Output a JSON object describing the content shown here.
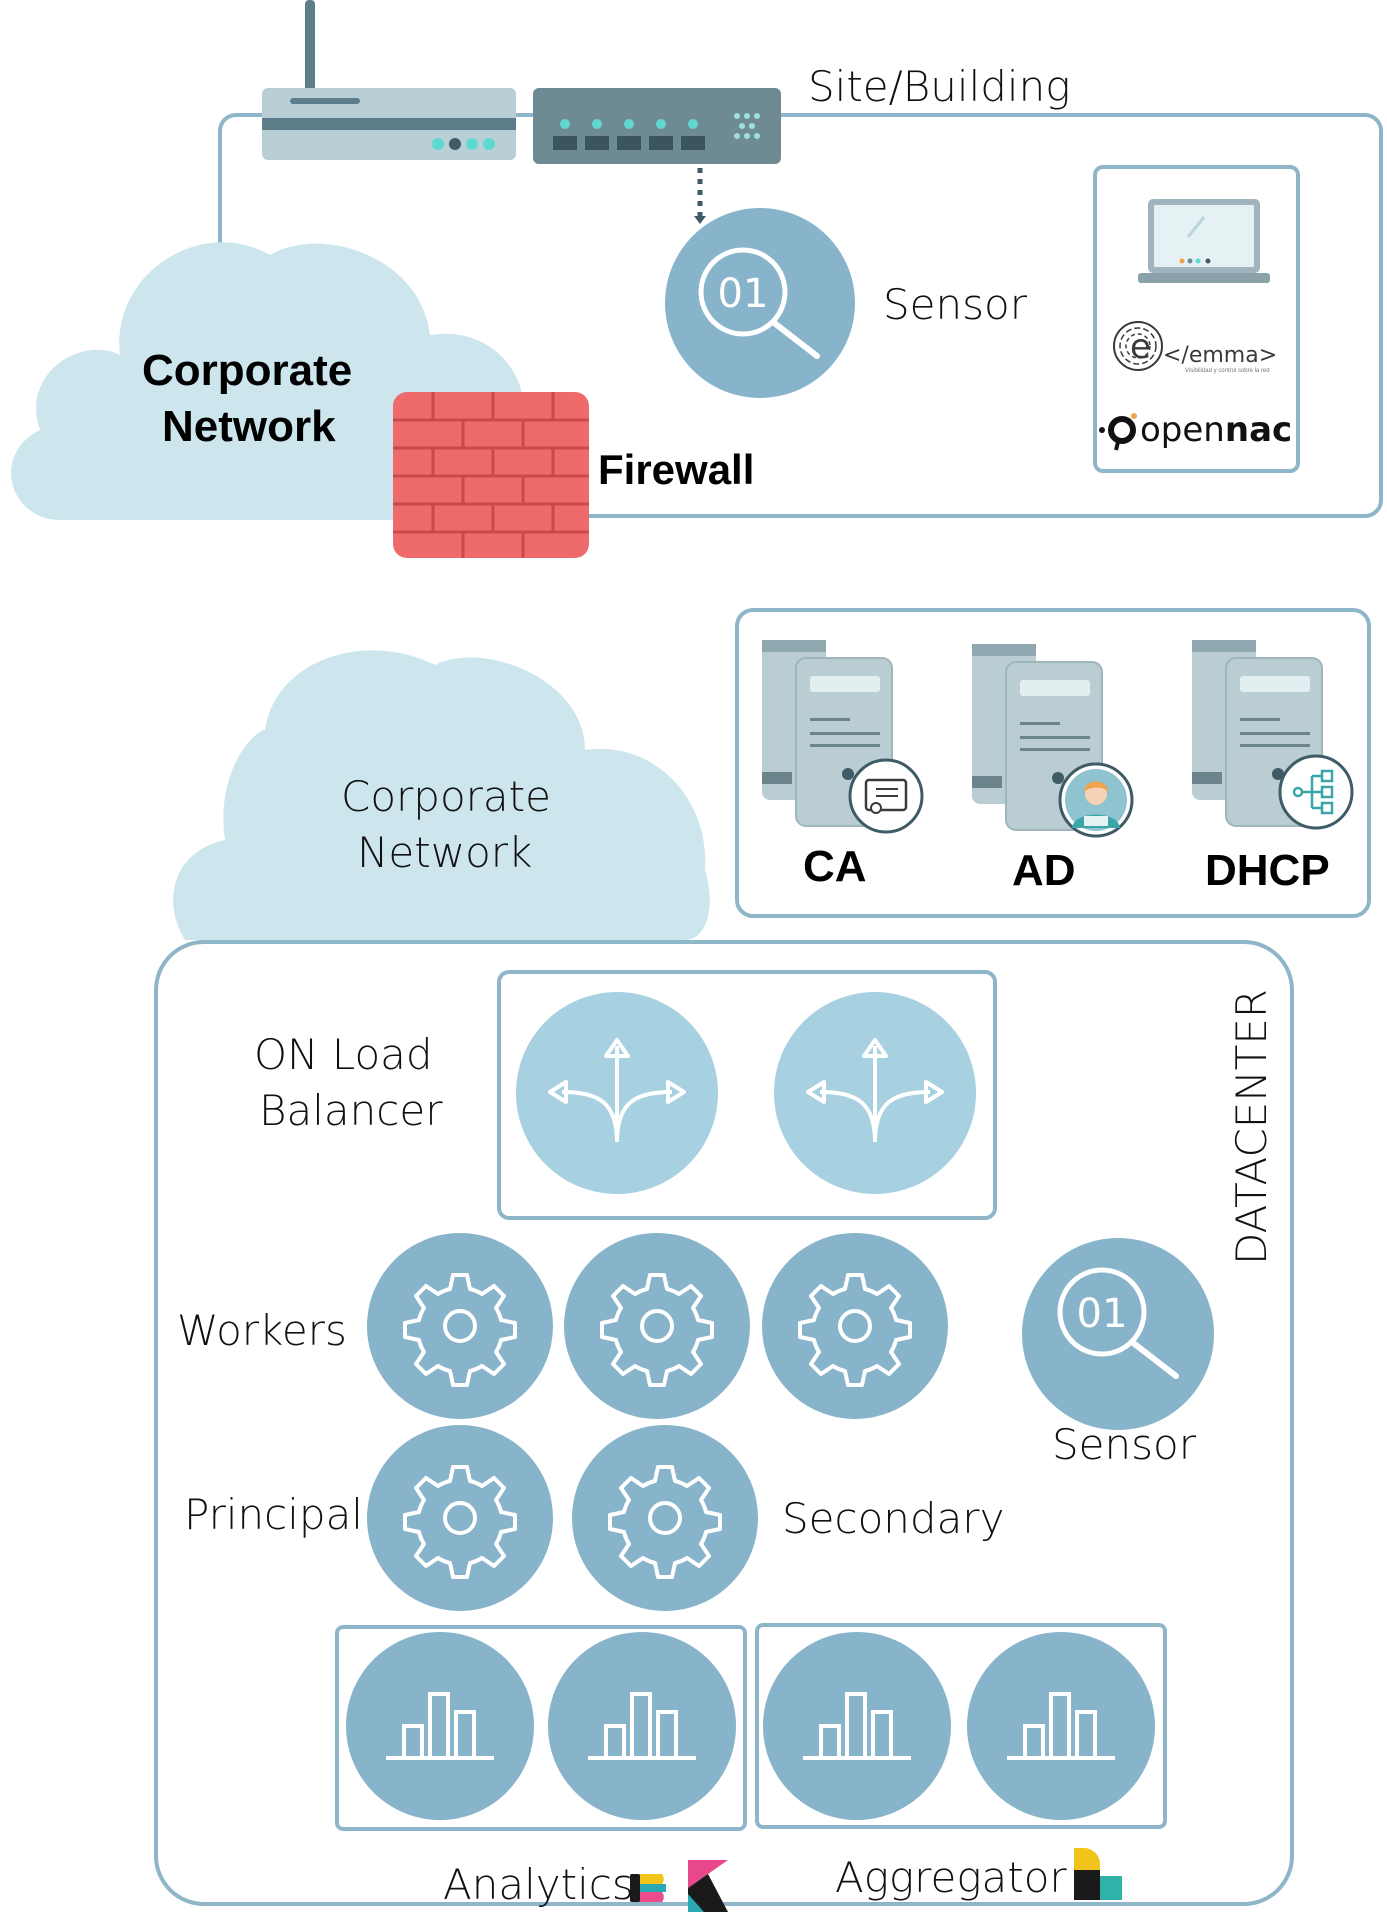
{
  "site": {
    "title": "Site/Building",
    "sensor_label": "Sensor",
    "firewall_label": "Firewall",
    "cloud_label_line1": "Corporate",
    "cloud_label_line2": "Network",
    "sensor_icon_text": "01",
    "logos": {
      "emma_text": "</emma>",
      "emma_tagline": "Visibilidad y control sobre la red",
      "opennac_text_light": "open",
      "opennac_text_bold": "nac"
    }
  },
  "corporate_network": {
    "label_line1": "Corporate",
    "label_line2": "Network"
  },
  "services": {
    "items": [
      {
        "label": "CA",
        "icon": "certificate-icon"
      },
      {
        "label": "AD",
        "icon": "user-avatar-icon"
      },
      {
        "label": "DHCP",
        "icon": "network-tree-icon"
      }
    ]
  },
  "datacenter": {
    "title": "DATACENTER",
    "load_balancer_line1": "ON Load",
    "load_balancer_line2": "Balancer",
    "workers_label": "Workers",
    "principal_label": "Principal",
    "secondary_label": "Secondary",
    "sensor_label": "Sensor",
    "sensor_icon_text": "01",
    "analytics_label": "Analytics",
    "aggregator_label": "Aggregator"
  },
  "colors": {
    "circle": "#87b4ca",
    "circle_light": "#a7d0e0",
    "cloud": "#cde6ee",
    "border": "#8fb6c8",
    "firewall": "#ee6a6b"
  }
}
